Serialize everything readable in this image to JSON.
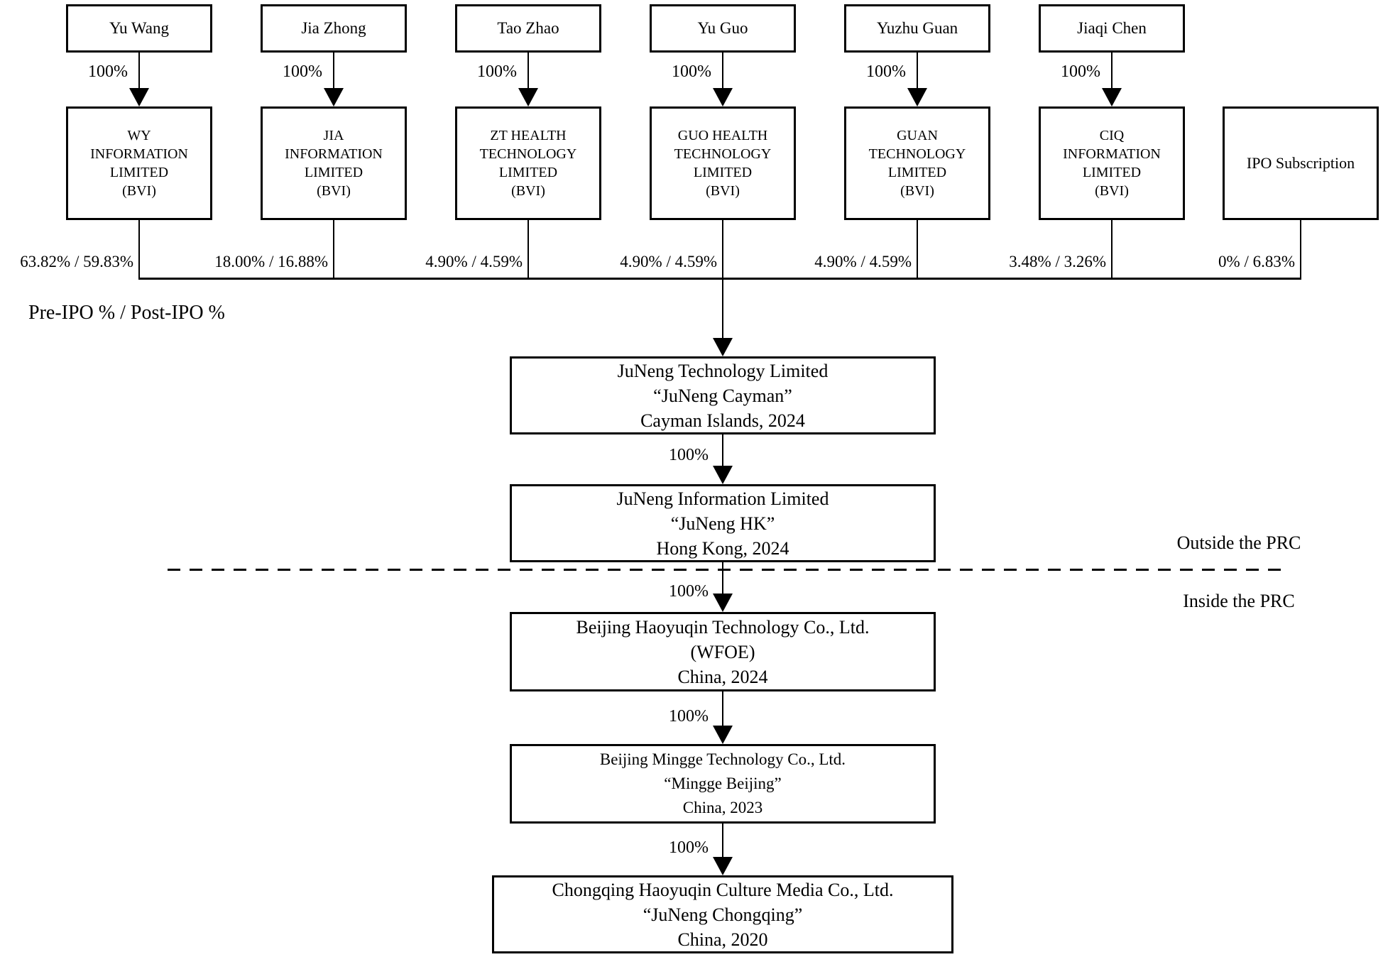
{
  "colors": {
    "line": "#000000",
    "background": "#ffffff",
    "text": "#000000"
  },
  "shareholders": [
    {
      "name": "Yu Wang",
      "ownership": "100%",
      "company_lines": [
        "WY",
        "INFORMATION",
        "LIMITED",
        "(BVI)"
      ],
      "bus_pct": "63.82% / 59.83%"
    },
    {
      "name": "Jia Zhong",
      "ownership": "100%",
      "company_lines": [
        "JIA",
        "INFORMATION",
        "LIMITED",
        "(BVI)"
      ],
      "bus_pct": "18.00% / 16.88%"
    },
    {
      "name": "Tao Zhao",
      "ownership": "100%",
      "company_lines": [
        "ZT HEALTH",
        "TECHNOLOGY",
        "LIMITED",
        "(BVI)"
      ],
      "bus_pct": "4.90% / 4.59%"
    },
    {
      "name": "Yu Guo",
      "ownership": "100%",
      "company_lines": [
        "GUO HEALTH",
        "TECHNOLOGY",
        "LIMITED",
        "(BVI)"
      ],
      "bus_pct": "4.90% / 4.59%"
    },
    {
      "name": "Yuzhu Guan",
      "ownership": "100%",
      "company_lines": [
        "GUAN",
        "TECHNOLOGY",
        "LIMITED",
        "(BVI)"
      ],
      "bus_pct": "4.90% / 4.59%"
    },
    {
      "name": "Jiaqi Chen",
      "ownership": "100%",
      "company_lines": [
        "CIQ",
        "INFORMATION",
        "LIMITED",
        "(BVI)"
      ],
      "bus_pct": "3.48% / 3.26%"
    }
  ],
  "ipo": {
    "label": "IPO Subscription",
    "bus_pct": "0% / 6.83%"
  },
  "legend": "Pre-IPO % / Post-IPO %",
  "regions": {
    "outside": "Outside the PRC",
    "inside": "Inside the PRC"
  },
  "chain": [
    {
      "ownership": "",
      "lines": [
        "JuNeng Technology Limited",
        "“JuNeng Cayman”",
        "Cayman Islands, 2024"
      ]
    },
    {
      "ownership": "100%",
      "lines": [
        "JuNeng Information Limited",
        "“JuNeng HK”",
        "Hong Kong, 2024"
      ]
    },
    {
      "ownership": "100%",
      "lines": [
        "Beijing Haoyuqin Technology Co., Ltd.",
        "(WFOE)",
        "China, 2024"
      ]
    },
    {
      "ownership": "100%",
      "lines": [
        "Beijing Mingge Technology Co., Ltd.",
        "“Mingge Beijing”",
        "China, 2023"
      ]
    },
    {
      "ownership": "100%",
      "lines": [
        "Chongqing Haoyuqin Culture Media Co., Ltd.",
        "“JuNeng Chongqing”",
        "China, 2020"
      ]
    }
  ]
}
